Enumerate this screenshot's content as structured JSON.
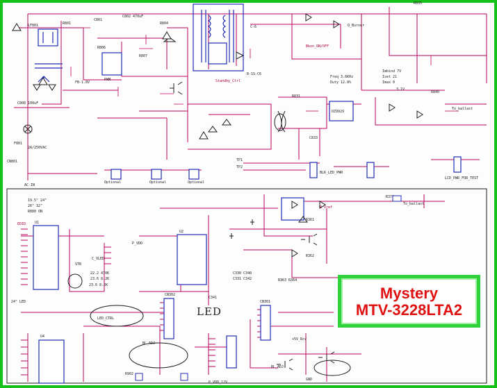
{
  "badge": {
    "brand": "Mystery",
    "model": "MTV-3228LTA2"
  },
  "section_label": "LED",
  "colors": {
    "frame": "#16c21a",
    "wire": "#c0005a",
    "component": "#1d2bb8",
    "ink": "#1a1a1a",
    "badge_text": "#e01010"
  }
}
